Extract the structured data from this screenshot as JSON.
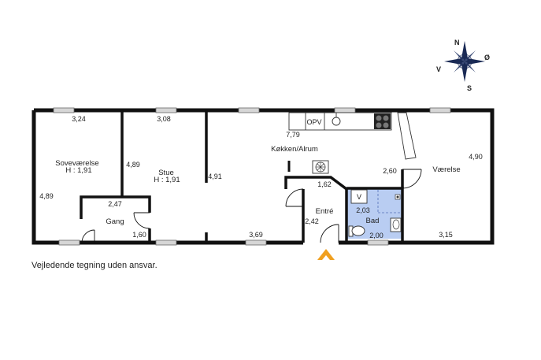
{
  "rooms": {
    "sovevaerelse": {
      "name": "Soveværelse",
      "height": "H : 1,91"
    },
    "stue": {
      "name": "Stue",
      "height": "H : 1,91"
    },
    "gang": {
      "name": "Gang"
    },
    "kokken": {
      "name": "Køkken/Alrum"
    },
    "entre": {
      "name": "Entré"
    },
    "bad": {
      "name": "Bad"
    },
    "vaerelse": {
      "name": "Værelse"
    }
  },
  "dimensions": {
    "d_324": "3,24",
    "d_308": "3,08",
    "d_779": "7,79",
    "d_489_left": "4,89",
    "d_489_mid": "4,89",
    "d_491": "4,91",
    "d_247": "2,47",
    "d_160": "1,60",
    "d_369": "3,69",
    "d_162": "1,62",
    "d_242": "2,42",
    "d_203": "2,03",
    "d_200": "2,00",
    "d_260": "2,60",
    "d_490": "4,90",
    "d_315": "3,15"
  },
  "fixtures": {
    "opv": "OPV",
    "washer": "V"
  },
  "compass": {
    "n": "N",
    "o": "Ø",
    "s": "S",
    "v": "V"
  },
  "colors": {
    "wall": "#111111",
    "bath_floor": "#b9cdf2",
    "entrance_arrow": "#f0a020",
    "window": "#cccccc"
  },
  "disclaimer": "Vejledende tegning uden ansvar."
}
